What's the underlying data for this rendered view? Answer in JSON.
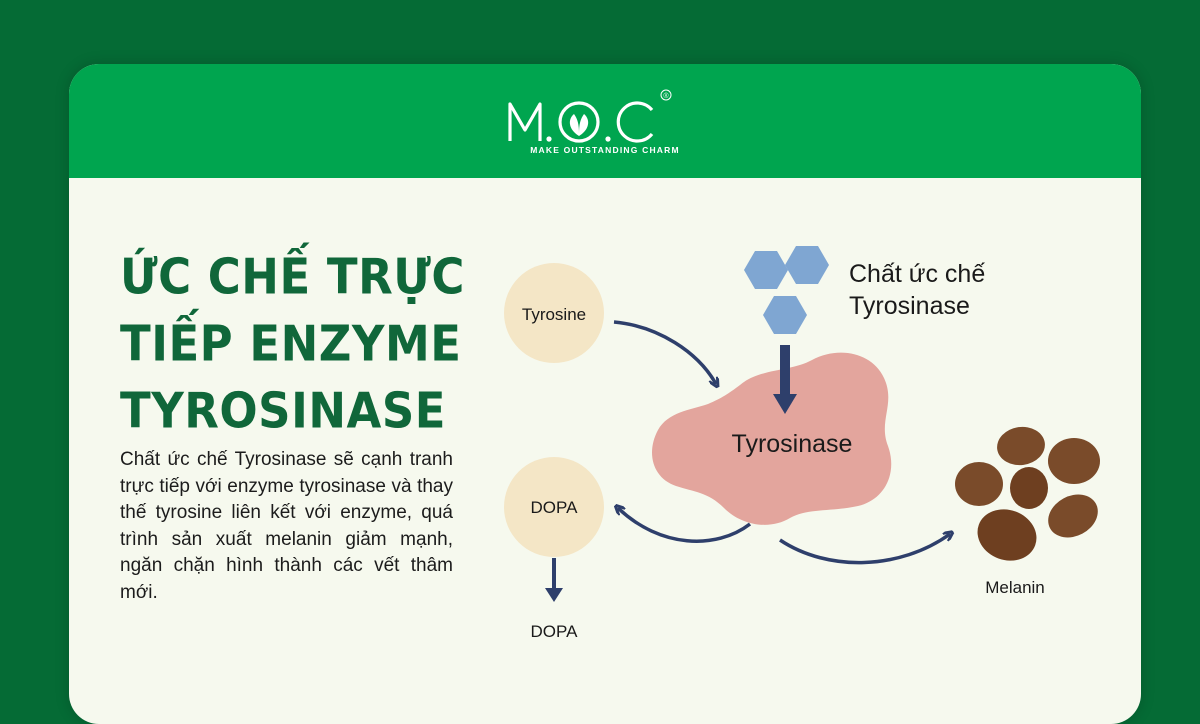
{
  "logo": {
    "mark": "M.O.C",
    "registered": "®",
    "tagline": "MAKE OUTSTANDING CHARM"
  },
  "title": {
    "line1": "ỨC CHẾ TRỰC",
    "line2": "TIẾP ENZYME",
    "line3": "TYROSINASE"
  },
  "description": "Chất ức chế Tyrosinase sẽ cạnh tranh trực tiếp với enzyme tyrosinase và thay thế tyrosine liên kết với enzyme, quá trình sản xuất melanin giảm mạnh, ngăn chặn hình thành các vết thâm mới.",
  "diagram": {
    "tyrosine": "Tyrosine",
    "inhibitor_line1": "Chất ức chế",
    "inhibitor_line2": "Tyrosinase",
    "enzyme": "Tyrosinase",
    "dopa_circle": "DOPA",
    "dopa_below": "DOPA",
    "melanin": "Melanin"
  },
  "colors": {
    "background": "#056b35",
    "header": "#00a54f",
    "card": "#f6f9ee",
    "title": "#10673a",
    "arrow": "#2e3f6b",
    "enzyme_blob": "#e3a59d",
    "substrate_circle": "#f4e6c6",
    "inhibitor_hexagon": "#7fa6d2",
    "melanin_granule": "#7a4b2a"
  }
}
